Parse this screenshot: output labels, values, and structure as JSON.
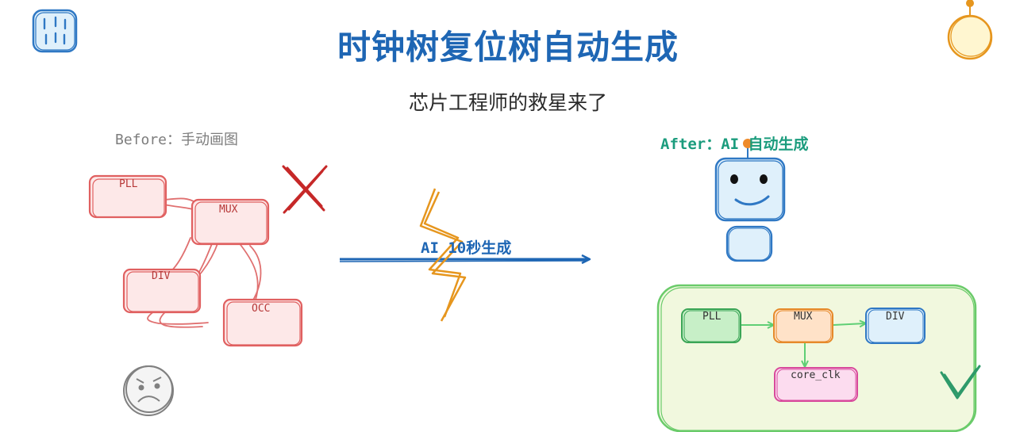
{
  "title": "时钟树复位树自动生成",
  "subtitle": "芯片工程师的救星来了",
  "before": {
    "label": "Before：手动画图",
    "nodes": {
      "pll": "PLL",
      "mux": "MUX",
      "div": "DIV",
      "occ": "OCC"
    }
  },
  "arrow_label": "AI 10秒生成",
  "after": {
    "label": "After：AI 自动生成",
    "nodes": {
      "pll": "PLL",
      "mux": "MUX",
      "div": "DIV",
      "core_clk": "core_clk"
    }
  },
  "colors": {
    "title": "#1e66b4",
    "before_red": "#e06060",
    "cross": "#c62828",
    "arrow": "#1e66b4",
    "lightning": "#e6961e",
    "after_green": "#1b9c7d",
    "robot_blue": "#2f78c4",
    "panel_green": "#6acb6a",
    "check": "#2e9a6a"
  },
  "icons": [
    "notebook-icon",
    "bulb-icon",
    "cross-icon",
    "lightning-icon",
    "robot-icon",
    "sad-face-icon",
    "check-icon"
  ]
}
